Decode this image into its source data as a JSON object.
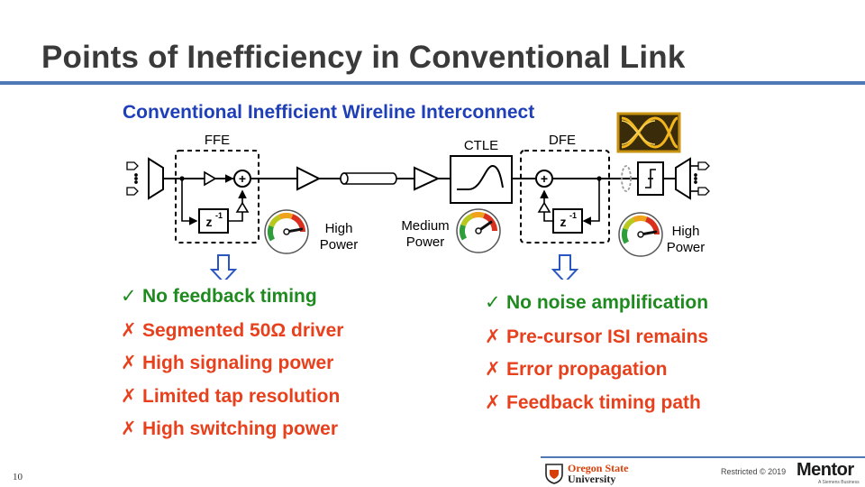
{
  "title": "Points of Inefficiency in Conventional Link",
  "subtitle": "Conventional Inefficient Wireline Interconnect",
  "diagram": {
    "ffe_label": "FFE",
    "ctle_label": "CTLE",
    "dfe_label": "DFE",
    "delay_label": "z",
    "delay_exp": "-1",
    "sum_symbol": "+",
    "gauges": [
      {
        "line1": "High",
        "line2": "Power",
        "level": "high"
      },
      {
        "line1": "Medium",
        "line2": "Power",
        "level": "medium"
      },
      {
        "line1": "High",
        "line2": "Power",
        "level": "high"
      }
    ]
  },
  "ffe_notes": {
    "pros": [
      "No feedback timing"
    ],
    "cons": [
      "Segmented 50Ω driver",
      "High signaling power",
      "Limited tap resolution",
      "High switching power"
    ]
  },
  "dfe_notes": {
    "pros": [
      "No noise amplification"
    ],
    "cons": [
      "Pre-cursor ISI remains",
      "Error propagation",
      "Feedback timing path"
    ]
  },
  "marks": {
    "check": "✓",
    "cross": "✗"
  },
  "footer": {
    "page_number": "10",
    "osu_line1": "Oregon State",
    "osu_line2": "University",
    "restricted": "Restricted © 2019",
    "mentor": "Mentor",
    "mentor_sub": "A Siemens Business"
  },
  "colors": {
    "title": "#3a3a3a",
    "rule": "#4f79b4",
    "subtitle": "#1f3fb8",
    "pro": "#1f8a1f",
    "con": "#e8401c"
  }
}
